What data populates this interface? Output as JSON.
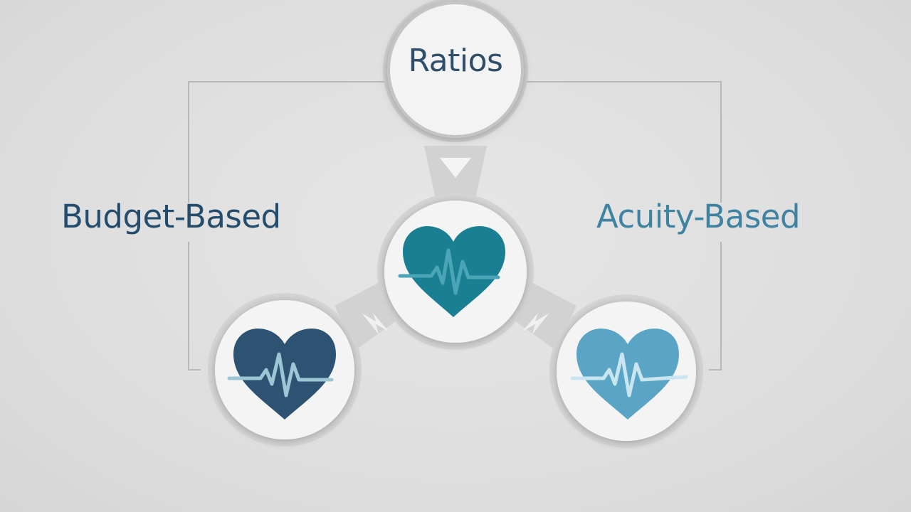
{
  "diagram": {
    "top_node": {
      "label": "Ratios"
    },
    "left_label": "Budget-Based",
    "right_label": "Acuity-Based",
    "hearts": [
      {
        "name": "center-heart",
        "icon": "heart-pulse-icon",
        "color": "#1b7f94",
        "pulse_color": "#4aa6b6"
      },
      {
        "name": "left-heart",
        "icon": "heart-pulse-icon",
        "color": "#2d5272",
        "pulse_color": "#9cc6d4"
      },
      {
        "name": "right-heart",
        "icon": "heart-pulse-icon",
        "color": "#5aa5c6",
        "pulse_color": "#c9e6f0"
      }
    ]
  },
  "colors": {
    "background": "#e0e0e0",
    "node_fill": "#f2f2f2",
    "connector": "#cfcfcf",
    "bracket": "#b8b8b8"
  }
}
